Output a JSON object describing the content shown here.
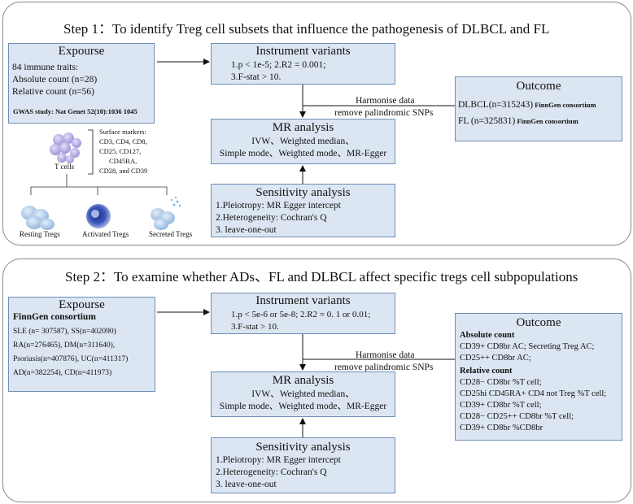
{
  "step1": {
    "title": "Step 1：To identify Treg cell subsets that influence the pathogenesis of DLBCL and FL",
    "exposure": {
      "title": "Expourse",
      "line1": "84  immune traits:",
      "line2": "Absolute count (n=28)",
      "line3": "Relative  count (n=56)",
      "gwas": "GWAS study:  Nat Genet 52(10):1036 1045"
    },
    "instrument": {
      "title": "Instrument variants",
      "line1": "1.p < 1e-5;    2.R2 = 0.001;",
      "line2": "3.F-stat > 10."
    },
    "harmonise": {
      "line1": "Harmonise data",
      "line2": "remove palindromic SNPs"
    },
    "mr": {
      "title": "MR analysis",
      "line1": "IVW、Weighted median、",
      "line2": "Simple mode、Weighted mode、MR-Egger"
    },
    "sensitivity": {
      "title": "Sensitivity analysis",
      "line1": "1.Pleiotropy: MR Egger intercept",
      "line2": "2.Heterogeneity: Cochran's Q",
      "line3": "3. leave-one-out"
    },
    "outcome": {
      "title": "Outcome",
      "line1_main": "DLBCL(n=315243)",
      "line1_small": " FinnGen consortium",
      "line2_main": "FL (n=325831)",
      "line2_small": " FinnGen consortium"
    },
    "cells": {
      "t_cells": "T cells",
      "markers": [
        "Surface markers:",
        "CD3, CD4, CD8,",
        "CD25, CD127,",
        "CD45RA,",
        "CD28, and CD39"
      ],
      "resting": "Resting Tregs",
      "activated": "Activated Tregs",
      "secreted": "Secreted Tregs"
    }
  },
  "step2": {
    "title": "Step 2：To examine whether ADs、FL and DLBCL affect specific tregs cell subpopulations",
    "exposure": {
      "title": "Expourse",
      "source": "FinnGen consortium",
      "items": [
        "SLE (n= 307587), SS(n=402090)",
        "RA(n=276465), DM(n=311640),",
        "Psoriasis(n=407876), UC(n=411317)",
        "AD(n=382254), CD(n=411973)"
      ]
    },
    "instrument": {
      "title": "Instrument variants",
      "line1": "1.p < 5e-6 or  5e-8;    2.R2 = 0. 1 or 0.01;",
      "line2": "3.F-stat > 10."
    },
    "harmonise": {
      "line1": "Harmonise data",
      "line2": "remove palindromic SNPs"
    },
    "mr": {
      "title": "MR analysis",
      "line1": "IVW、Weighted median、",
      "line2": "Simple mode、Weighted mode、MR-Egger"
    },
    "sensitivity": {
      "title": "Sensitivity analysis",
      "line1": "1.Pleiotropy: MR Egger intercept",
      "line2": "2.Heterogeneity: Cochran's Q",
      "line3": "3. leave-one-out"
    },
    "outcome": {
      "title": "Outcome",
      "absolute_heading": "Absolute count",
      "absolute": [
        "CD39+ CD8br AC;   Secreting Treg AC;",
        "CD25++ CD8br AC;"
      ],
      "relative_heading": "Relative count",
      "relative": [
        "CD28− CD8br %T cell;",
        "CD25hi CD45RA+ CD4 not Treg %T cell;",
        "CD39+ CD8br %T cell;",
        "CD28− CD25++ CD8br %T cell;",
        "CD39+ CD8br %CD8br"
      ]
    }
  },
  "colors": {
    "box_fill": "#dce6f2",
    "box_border": "#6f8fb8",
    "cell_blue": "#8fb3dc",
    "activated": "#3a55b8",
    "t_cell_purple": "#b3a8e0"
  }
}
